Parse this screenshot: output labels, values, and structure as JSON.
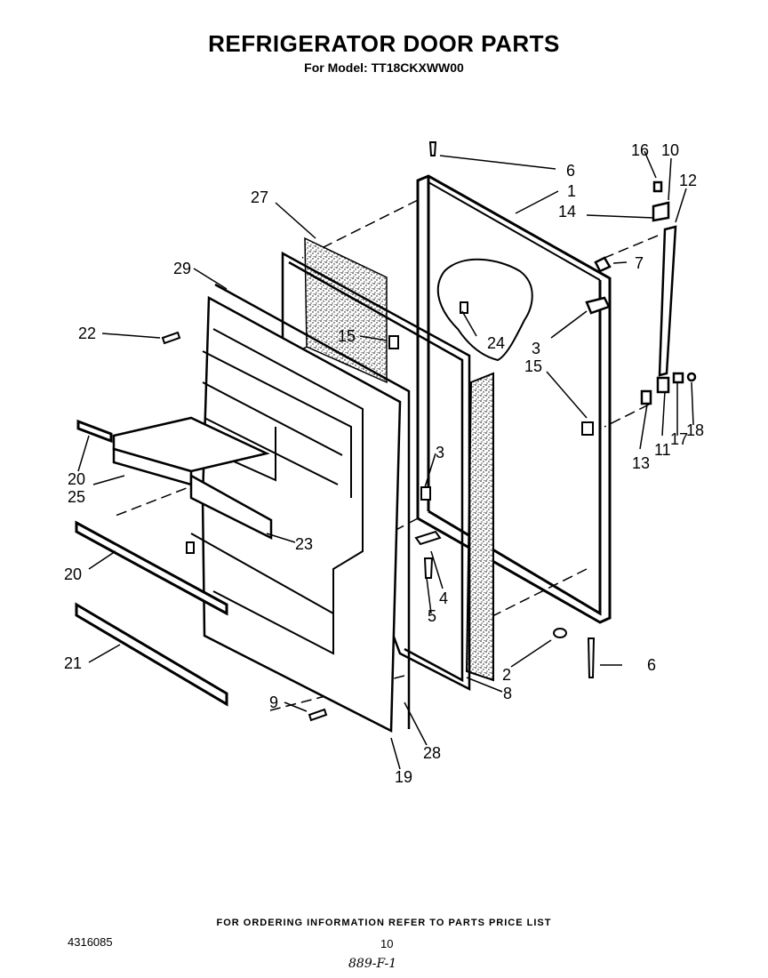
{
  "header": {
    "title": "REFRIGERATOR DOOR PARTS",
    "subtitle": "For Model: TT18CKXWW00"
  },
  "callouts": [
    "1",
    "2",
    "3",
    "3",
    "4",
    "5",
    "6",
    "6",
    "7",
    "8",
    "9",
    "10",
    "11",
    "12",
    "13",
    "14",
    "15",
    "15",
    "16",
    "17",
    "18",
    "19",
    "20",
    "20",
    "21",
    "22",
    "23",
    "24",
    "25",
    "27",
    "28",
    "29"
  ],
  "footer": {
    "ordering_note": "FOR ORDERING INFORMATION REFER TO PARTS PRICE LIST",
    "doc_number": "4316085",
    "page_number": "10",
    "handwritten_code": "889-F-1"
  }
}
